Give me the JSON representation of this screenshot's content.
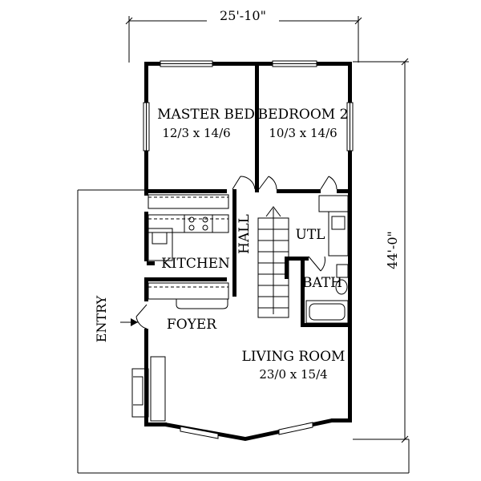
{
  "dimensions": {
    "width": "25'-10\"",
    "depth": "44'-0\""
  },
  "rooms": {
    "master_bed": {
      "name": "MASTER BED",
      "size": "12/3 x 14/6"
    },
    "bedroom_2": {
      "name": "BEDROOM 2",
      "size": "10/3 x 14/6"
    },
    "hall": "HALL",
    "utility": "UTL",
    "kitchen": "KITCHEN",
    "bath": "BATH",
    "foyer": "FOYER",
    "living_room": {
      "name": "LIVING ROOM",
      "size": "23/0 x 15/4"
    }
  },
  "entry": "ENTRY"
}
